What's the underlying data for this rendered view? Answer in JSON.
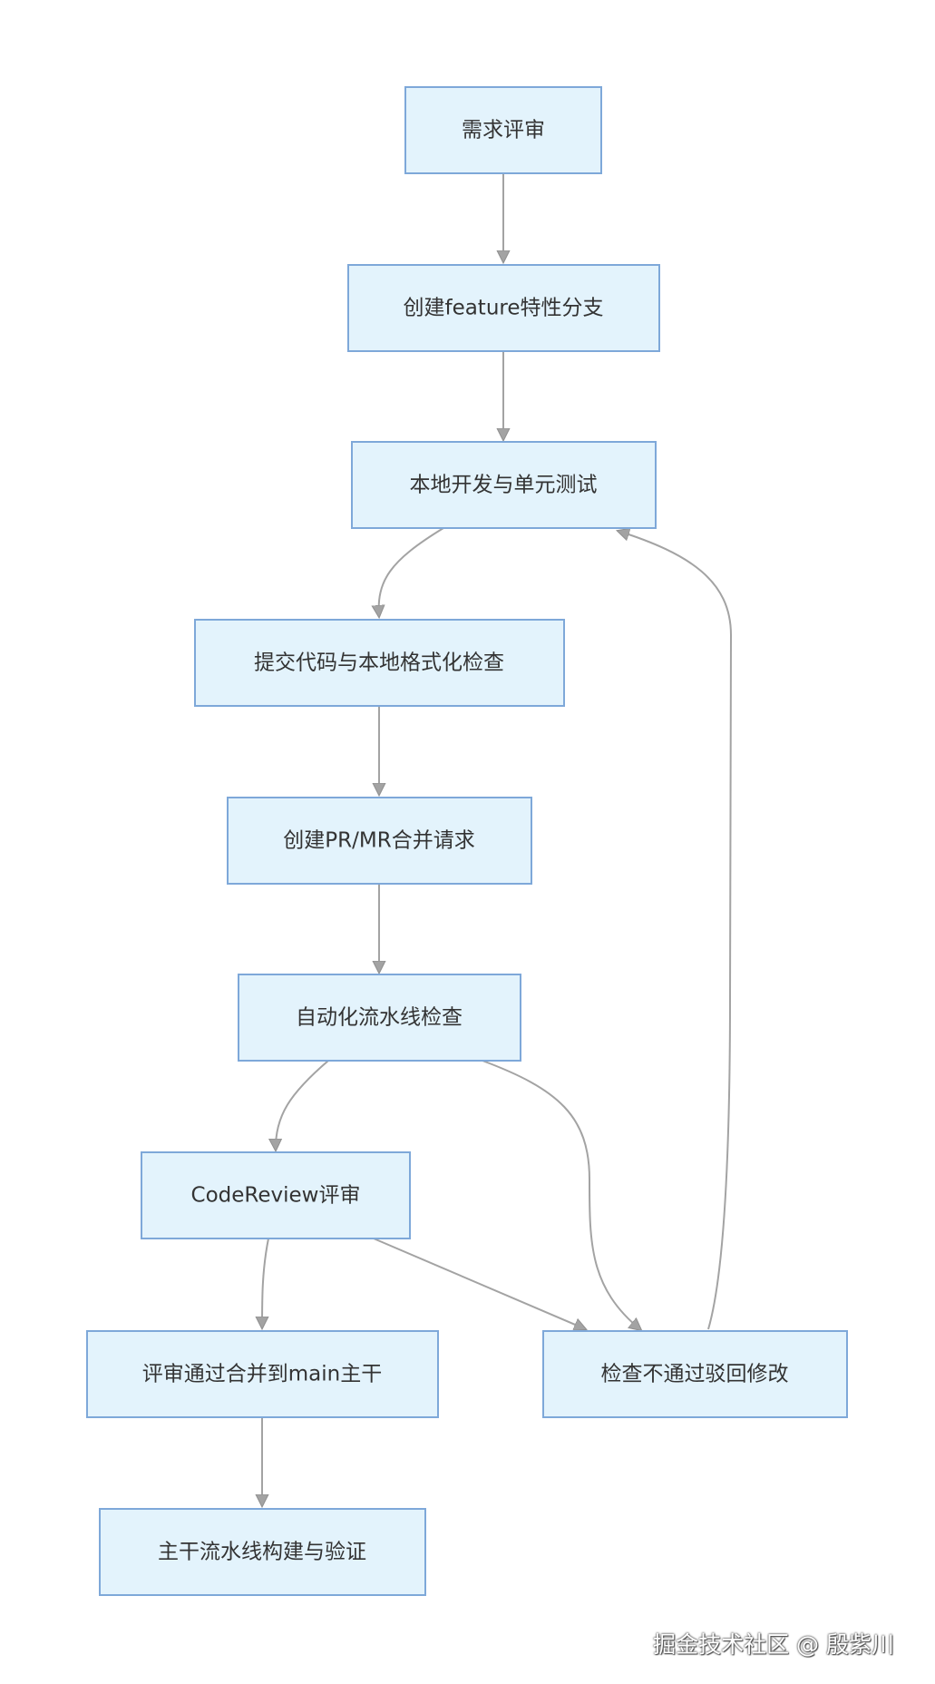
{
  "diagram": {
    "nodes": [
      {
        "id": "n1",
        "label": "需求评审"
      },
      {
        "id": "n2",
        "label": "创建feature特性分支"
      },
      {
        "id": "n3",
        "label": "本地开发与单元测试"
      },
      {
        "id": "n4",
        "label": "提交代码与本地格式化检查"
      },
      {
        "id": "n5",
        "label": "创建PR/MR合并请求"
      },
      {
        "id": "n6",
        "label": "自动化流水线检查"
      },
      {
        "id": "n7",
        "label": "CodeReview评审"
      },
      {
        "id": "n8",
        "label": "评审通过合并到main主干"
      },
      {
        "id": "n9",
        "label": "检查不通过驳回修改"
      },
      {
        "id": "n10",
        "label": "主干流水线构建与验证"
      }
    ],
    "edges": [
      {
        "from": "n1",
        "to": "n2"
      },
      {
        "from": "n2",
        "to": "n3"
      },
      {
        "from": "n3",
        "to": "n4"
      },
      {
        "from": "n4",
        "to": "n5"
      },
      {
        "from": "n5",
        "to": "n6"
      },
      {
        "from": "n6",
        "to": "n7"
      },
      {
        "from": "n6",
        "to": "n9"
      },
      {
        "from": "n7",
        "to": "n8"
      },
      {
        "from": "n7",
        "to": "n9"
      },
      {
        "from": "n9",
        "to": "n3"
      },
      {
        "from": "n8",
        "to": "n10"
      }
    ]
  },
  "watermark": "掘金技术社区 @ 殷紫川"
}
